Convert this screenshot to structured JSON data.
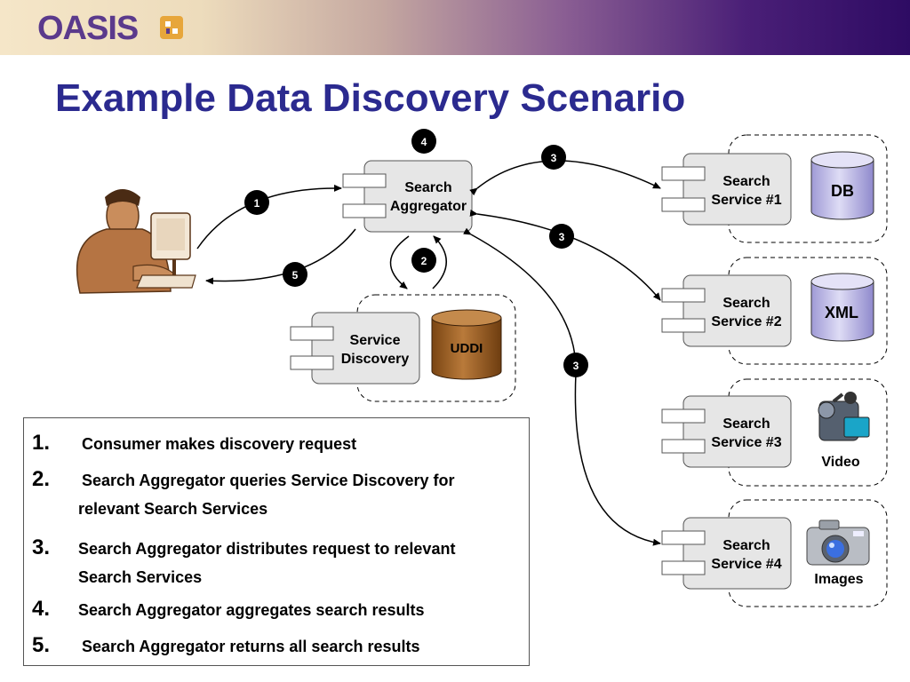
{
  "header": {
    "logo_text": "OASIS"
  },
  "slide": {
    "title": "Example Data Discovery Scenario"
  },
  "nodes": {
    "aggregator": "Search Aggregator",
    "discovery": "Service Discovery",
    "uddi": "UDDI",
    "service1": "Search Service #1",
    "service2": "Search Service #2",
    "service3": "Search Service #3",
    "service4": "Search Service #4",
    "db": "DB",
    "xml": "XML",
    "video": "Video",
    "images": "Images"
  },
  "badges": {
    "b1": "1",
    "b2": "2",
    "b3a": "3",
    "b3b": "3",
    "b3c": "3",
    "b4": "4",
    "b5": "5"
  },
  "steps": [
    {
      "num": "1.",
      "text": "Consumer makes discovery request"
    },
    {
      "num": "2.",
      "text": "Search Aggregator queries Service Discovery for relevant Search Services"
    },
    {
      "num": "3.",
      "text": "Search Aggregator distributes request to relevant Search Services"
    },
    {
      "num": "4.",
      "text": "Search Aggregator aggregates search results"
    },
    {
      "num": "5.",
      "text": "Search Aggregator returns all search results"
    }
  ],
  "icons": [
    "user-at-computer-icon",
    "database-icon",
    "video-camera-icon",
    "photo-camera-icon"
  ],
  "colors": {
    "title": "#2b2a8f",
    "component_fill": "#e6e6e6",
    "db_fill": "#c9c6ea",
    "uddi_fill": "#9a5f22"
  }
}
